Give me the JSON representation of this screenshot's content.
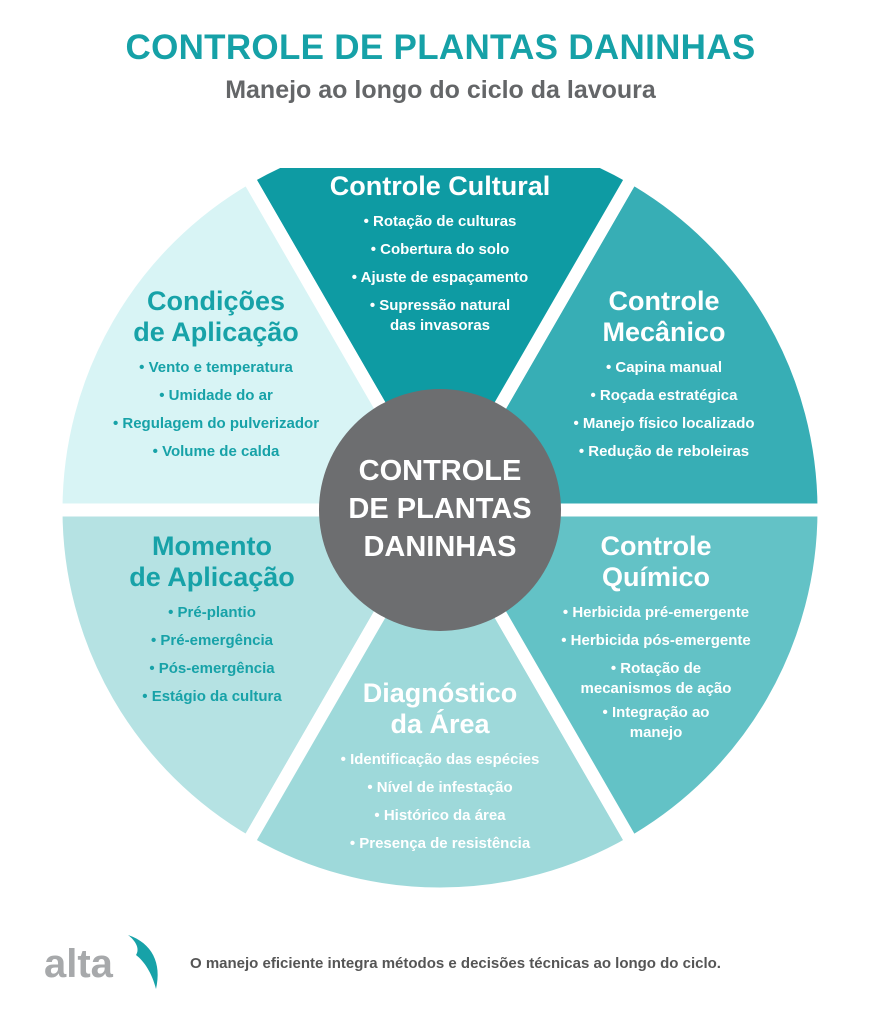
{
  "header": {
    "title": "CONTROLE DE PLANTAS DANINHAS",
    "subtitle": "Manejo ao longo do ciclo da lavoura"
  },
  "center": {
    "lines": [
      "CONTROLE",
      "DE PLANTAS",
      "DANINHAS"
    ]
  },
  "colors": {
    "cultural": "#0e9ba3",
    "mecanico": "#37aeb5",
    "quimico": "#63c2c6",
    "diagnostico": "#9ed9da",
    "momento": "#b5e2e3",
    "condicoes": "#d8f4f5",
    "center": "#6d6e70",
    "accent": "#16a1a7"
  },
  "segments": {
    "cultural": {
      "title": "Controle Cultural",
      "items": [
        "Rotação de culturas",
        "Cobertura do solo",
        "Ajuste de espaçamento",
        "Supressão natural das invasoras"
      ]
    },
    "mecanico": {
      "title": [
        "Controle",
        "Mecânico"
      ],
      "items": [
        "Capina manual",
        "Roçada estratégica",
        "Manejo físico localizado",
        "Redução de reboleiras"
      ]
    },
    "quimico": {
      "title": [
        "Controle",
        "Químico"
      ],
      "items": [
        "Herbicida pré-emergente",
        "Herbicida pós-emergente",
        "Rotação de mecanismos de ação",
        "Integração ao manejo"
      ]
    },
    "diagnostico": {
      "title": [
        "Diagnóstico",
        "da Área"
      ],
      "items": [
        "Identificação das espécies",
        "Nível de infestação",
        "Histórico da área",
        "Presença de resistência"
      ]
    },
    "momento": {
      "title": [
        "Momento",
        "de Aplicação"
      ],
      "items": [
        "Pré-plantio",
        "Pré-emergência",
        "Pós-emergência",
        "Estágio da cultura"
      ]
    },
    "condicoes": {
      "title": [
        "Condições",
        "de Aplicação"
      ],
      "items": [
        "Vento e temperatura",
        "Umidade do ar",
        "Regulagem do pulverizador",
        "Volume de calda"
      ]
    }
  },
  "footer": {
    "logo_text": "alta",
    "tagline": "O manejo eficiente integra métodos e decisões técnicas ao longo do ciclo."
  }
}
